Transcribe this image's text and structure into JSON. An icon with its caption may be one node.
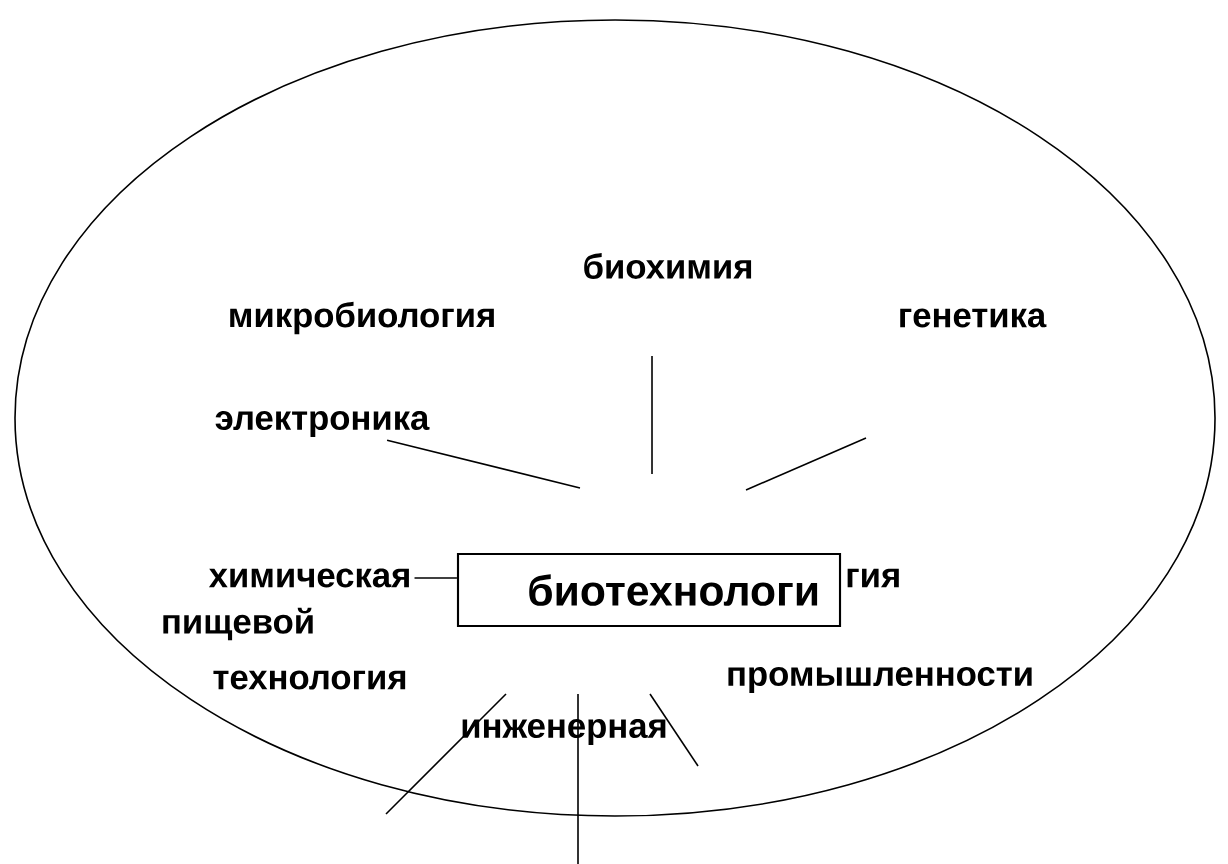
{
  "diagram": {
    "nodes": [
      {
        "text": [],
        "shape": "ellipse"
      },
      {
        "text": [
          "электроника"
        ],
        "in": 0
      },
      {
        "text": [
          "химическая"
        ],
        "in": 0
      },
      {
        "text": [
          "биотехнологи"
        ],
        "in": 0
      }
    ],
    "edges": [
      {
        "from": 1,
        "to": null,
        "arrow": "none"
      },
      {
        "from": 2,
        "to": 3,
        "arrow": "none"
      }
    ],
    "labels": [
      "биохимия",
      "микробиология",
      "генетика",
      "гия",
      "пищевой",
      "технология",
      "промышленности",
      "инженерная"
    ]
  }
}
